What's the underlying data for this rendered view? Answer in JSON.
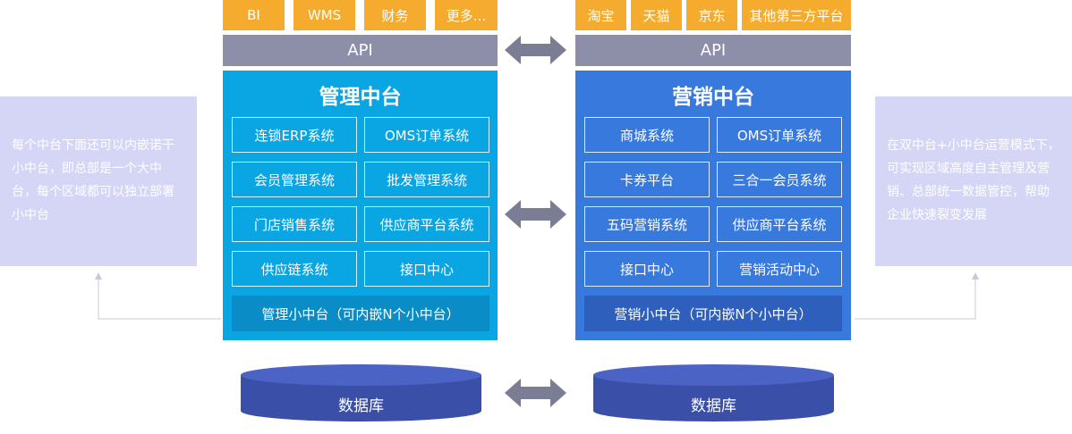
{
  "left": {
    "tags": [
      "BI",
      "WMS",
      "财务",
      "更多..."
    ],
    "api": "API",
    "title": "管理中台",
    "cells": [
      "连锁ERP系统",
      "OMS订单系统",
      "会员管理系统",
      "批发管理系统",
      "门店销售系统",
      "供应商平台系统",
      "供应链系统",
      "接口中心"
    ],
    "sub": "管理小中台（可内嵌N个小中台）",
    "note": "每个中台下面还可以内嵌诺干小中台，即总部是一个大中台，每个区域都可以独立部署小中台",
    "db": "数据库"
  },
  "right": {
    "tags": [
      "淘宝",
      "天猫",
      "京东",
      "其他第三方平台"
    ],
    "api": "API",
    "title": "营销中台",
    "cells": [
      "商城系统",
      "OMS订单系统",
      "卡券平台",
      "三合一会员系统",
      "五码营销系统",
      "供应商平台系统",
      "接口中心",
      "营销活动中心"
    ],
    "sub": "营销小中台（可内嵌N个小中台）",
    "note": "在双中台+小中台运营模式下，可实现区域高度自主管理及营销、总部统一数据管控，帮助企业快速裂变发展",
    "db": "数据库"
  },
  "colors": {
    "tag": "#f5ac2e",
    "api": "#8d8fa9",
    "left_panel": "#0aa5e3",
    "right_panel": "#3879de",
    "arrow": "#7a7d94",
    "database": "#3a4fa8",
    "note_bg": "#d5d5f5"
  }
}
